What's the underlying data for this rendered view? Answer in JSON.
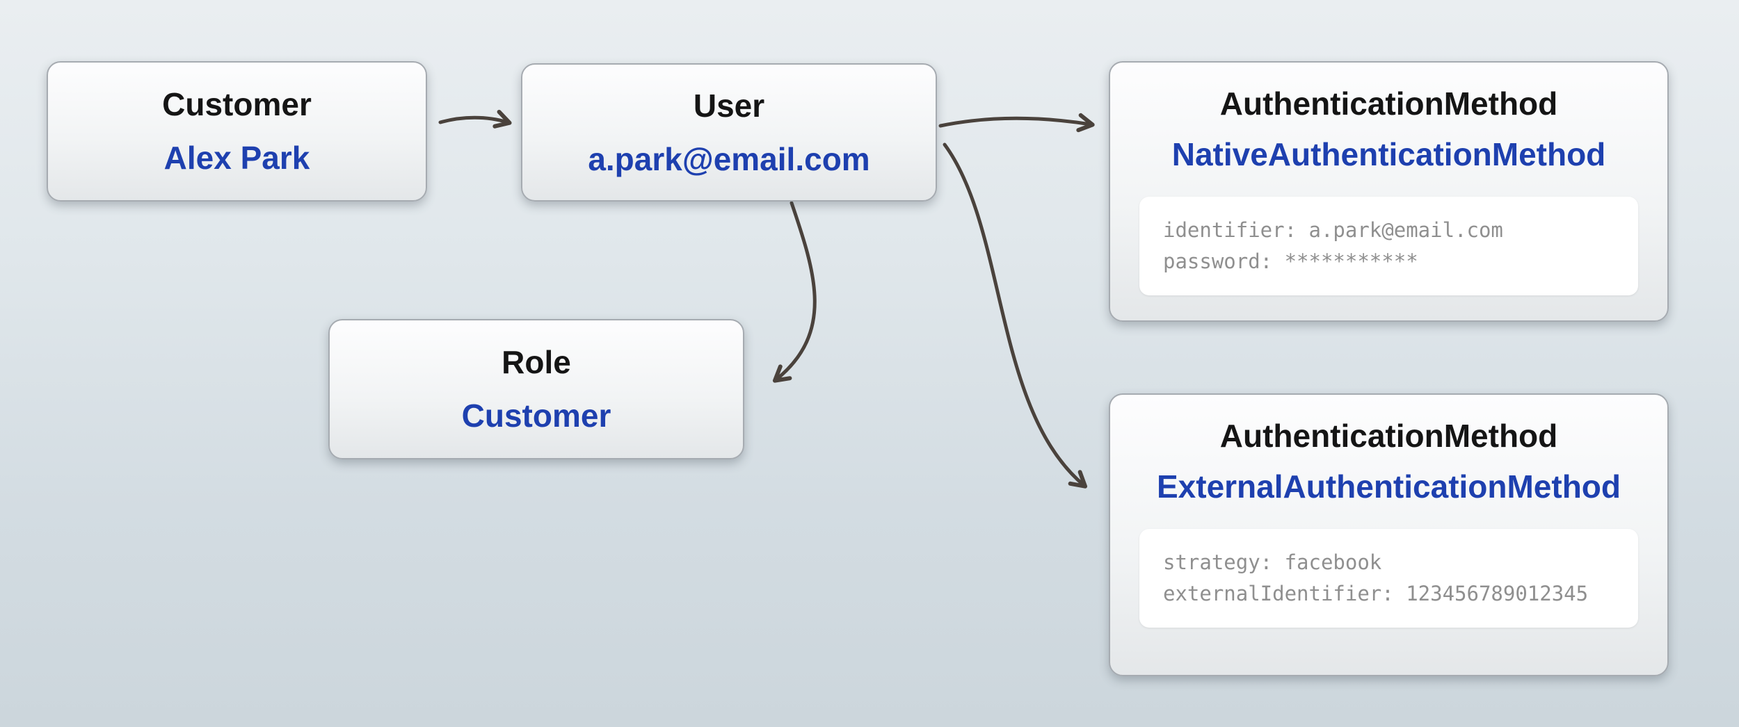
{
  "diagram": {
    "nodes": {
      "customer": {
        "title": "Customer",
        "value": "Alex Park"
      },
      "user": {
        "title": "User",
        "value": "a.park@email.com"
      },
      "native_auth": {
        "title": "AuthenticationMethod",
        "value": "NativeAuthenticationMethod",
        "attributes": {
          "line1": "identifier: a.park@email.com",
          "line2": "password: ***********"
        }
      },
      "role": {
        "title": "Role",
        "value": "Customer"
      },
      "external_auth": {
        "title": "AuthenticationMethod",
        "value": "ExternalAuthenticationMethod",
        "attributes": {
          "line1": "strategy: facebook",
          "line2": "externalIdentifier: 123456789012345"
        }
      }
    },
    "edges": [
      {
        "from": "customer",
        "to": "user"
      },
      {
        "from": "user",
        "to": "native_auth"
      },
      {
        "from": "user",
        "to": "role"
      },
      {
        "from": "user",
        "to": "external_auth"
      }
    ],
    "colors": {
      "value_text": "#1e40af",
      "title_text": "#151515",
      "arrow": "#4a423c",
      "node_border": "#a6abb1",
      "node_fill_top": "#fdfdfe",
      "node_fill_bottom": "#e4e7e9",
      "background_top": "#eaeef1",
      "background_bottom": "#ccd6dc",
      "attr_text": "#8f8f8f"
    }
  }
}
